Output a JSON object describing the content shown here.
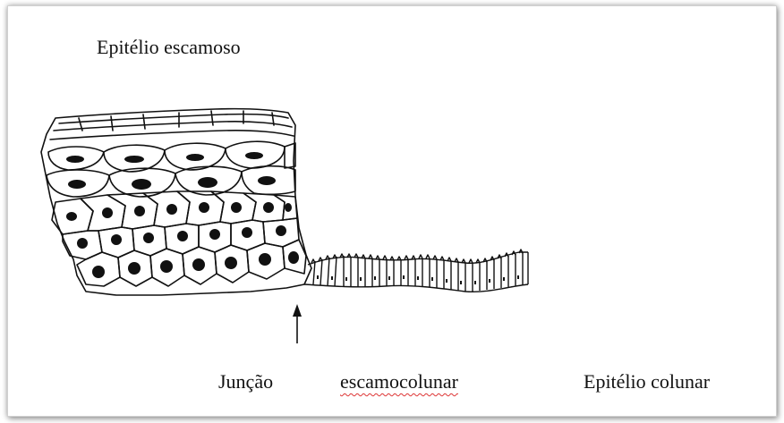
{
  "labels": {
    "squamous_epithelium": "Epitélio escamoso",
    "junction": "Junção",
    "squamocolumnar": "escamocolunar",
    "columnar_epithelium": "Epitélio colunar"
  },
  "colors": {
    "ink": "#111111",
    "background": "#ffffff",
    "spellcheck_underline": "#dd3333"
  }
}
